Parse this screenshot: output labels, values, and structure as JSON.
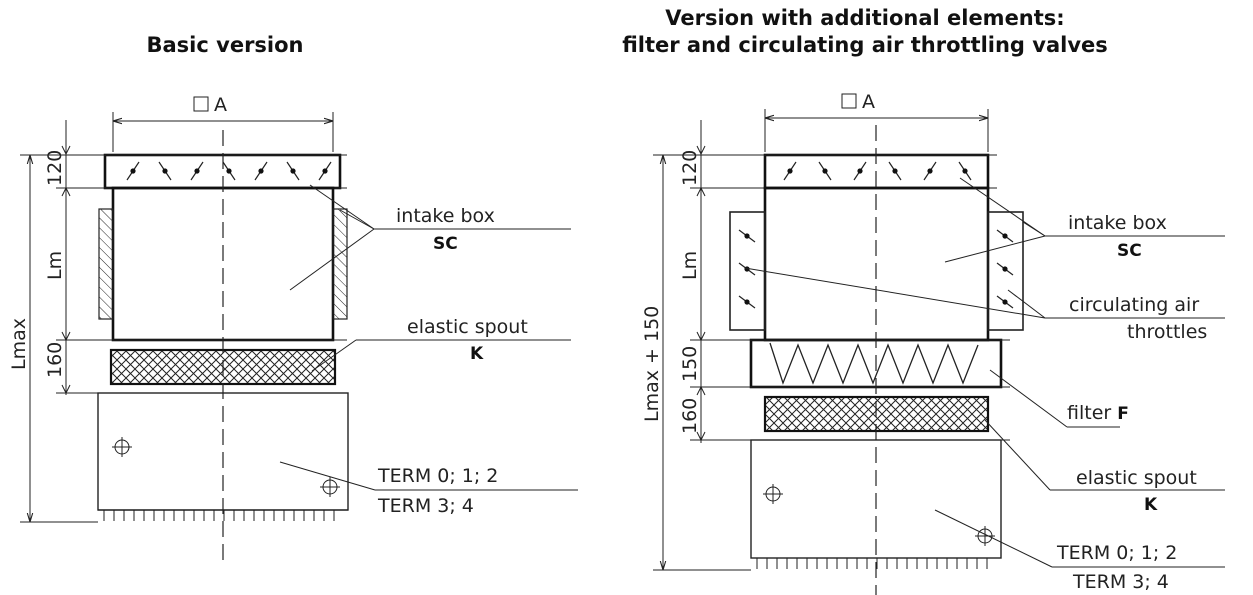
{
  "headings": {
    "basic": "Basic version",
    "extended_line1": "Version with additional elements:",
    "extended_line2": "filter and circulating air throttling valves"
  },
  "dimensions": {
    "square_a": "A",
    "throttle_height": "120",
    "lm": "Lm",
    "spout_height": "160",
    "filter_height": "150",
    "lmax": "Lmax",
    "lmax_150": "Lmax + 150"
  },
  "labels": {
    "intake_box": "intake box",
    "sc": "SC",
    "elastic_spout": "elastic spout",
    "k": "K",
    "circulating_air_line1": "circulating air",
    "circulating_air_line2": "throttles",
    "filter_prefix": "filter",
    "filter_code": "F",
    "term_top": "TERM 0; 1; 2",
    "term_bottom": "TERM 3; 4"
  }
}
